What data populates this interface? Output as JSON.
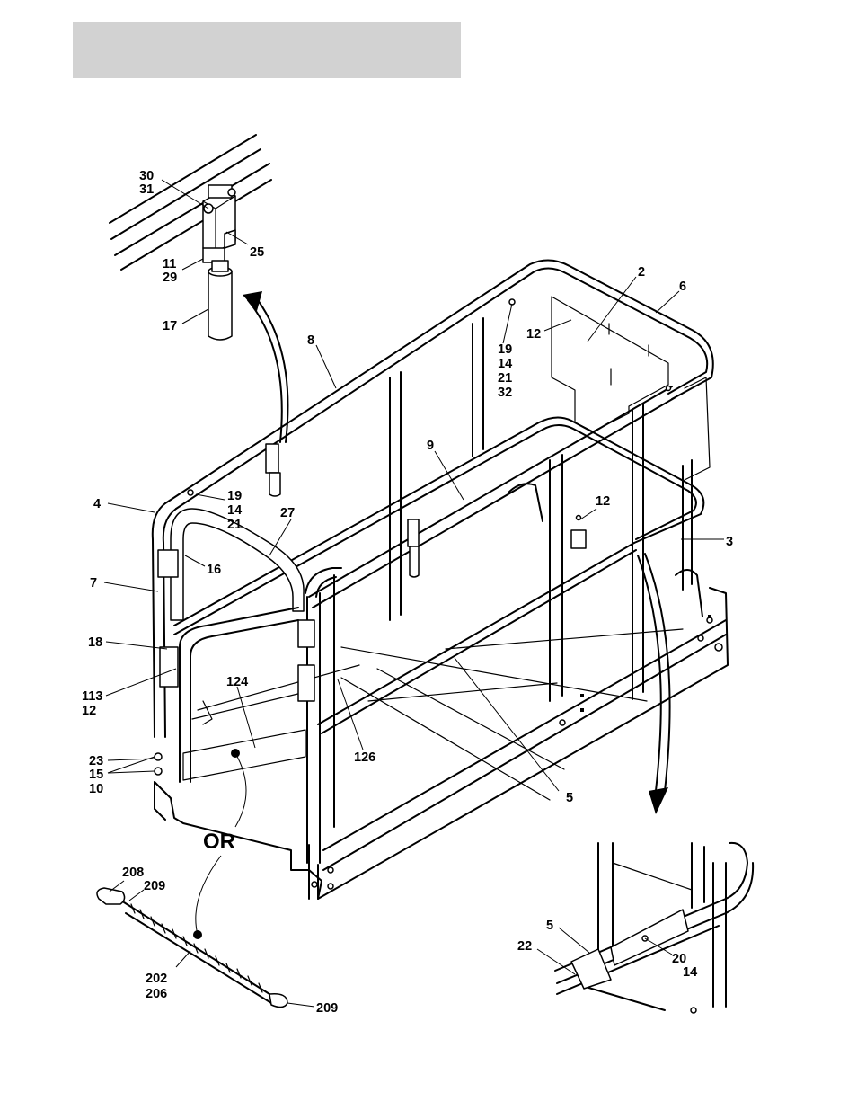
{
  "callouts": {
    "c30": "30",
    "c31": "31",
    "c25": "25",
    "c11": "11",
    "c29": "29",
    "c17": "17",
    "c2": "2",
    "c6": "6",
    "c8": "8",
    "c12a": "12",
    "c19a": "19",
    "c14a": "14",
    "c21a": "21",
    "c32": "32",
    "c9": "9",
    "c4": "4",
    "c19b": "19",
    "c14b": "14",
    "c21b": "21",
    "c27": "27",
    "c12b": "12",
    "c3": "3",
    "c16": "16",
    "c7": "7",
    "c18": "18",
    "c113": "113",
    "c12c": "12",
    "c124": "124",
    "c126": "126",
    "c23": "23",
    "c15": "15",
    "c10": "10",
    "c5a": "5",
    "or": "OR",
    "c208": "208",
    "c209a": "209",
    "c202": "202",
    "c206": "206",
    "c209b": "209",
    "c5b": "5",
    "c22": "22",
    "c20": "20",
    "c14c": "14"
  }
}
